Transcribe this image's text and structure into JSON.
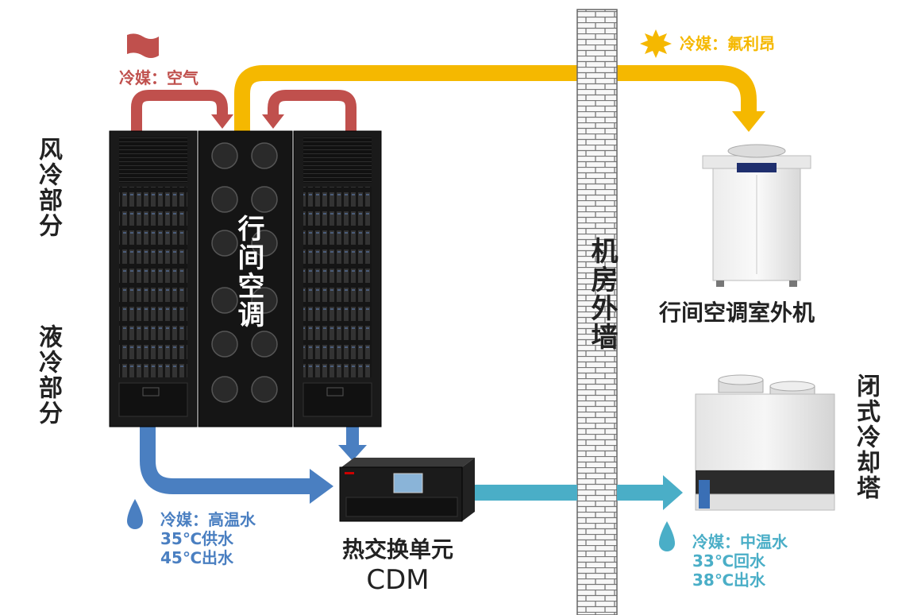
{
  "labels": {
    "air_refrigerant": "冷媒：空气",
    "freon_refrigerant": "冷媒：氟利昂",
    "air_cooled_part": "风冷部分",
    "liquid_cooled_part": "液冷部分",
    "inrow_ac": "行间空调",
    "machine_room_wall": "机房外墙",
    "inrow_ac_outdoor_unit": "行间空调室外机",
    "closed_cooling_tower": "闭式冷却塔",
    "cdm_title": "热交换单元",
    "cdm_abbr": "CDM"
  },
  "left_water": {
    "refrigerant": "冷媒：高温水",
    "supply": "35℃供水",
    "outlet": "45℃出水"
  },
  "right_water": {
    "refrigerant": "冷媒：中温水",
    "return": "33℃回水",
    "outlet": "38℃出水"
  },
  "colors": {
    "air": "#c0504d",
    "freon": "#f5b800",
    "hot_water": "#4a7fc1",
    "mid_water": "#4aaec7"
  }
}
